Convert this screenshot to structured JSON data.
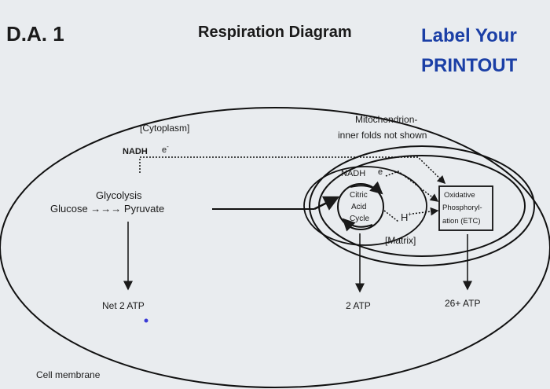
{
  "header": {
    "id_label": "D.A. 1",
    "title": "Respiration Diagram",
    "label_line1": "Label Your",
    "label_line2": "PRINTOUT",
    "accent_color": "#1b3fa6"
  },
  "labels": {
    "cytoplasm": "[Cytoplasm]",
    "mito_line1": "Mitochondrion-",
    "mito_line2": "inner folds not shown",
    "nadh_top": "NADH",
    "e_top": "e",
    "e_top_sup": "-",
    "glycolysis": "Glycolysis",
    "glucose_arrows": "Glucose →→→ Pyruvate",
    "nadh_inner": "NADH",
    "e_inner": "e",
    "e_inner_sup": "-",
    "citric1": "Citric",
    "citric2": "Acid",
    "citric3": "Cycle",
    "h_plus": "H",
    "h_plus_sup": "+",
    "matrix": "[Matrix]",
    "ox1": "Oxidative",
    "ox2": "Phosphoryl-",
    "ox3": "ation (ETC)",
    "atp_net": "Net 2 ATP",
    "atp_2": "2 ATP",
    "atp_26": "26+ ATP",
    "cell_membrane": "Cell membrane"
  }
}
